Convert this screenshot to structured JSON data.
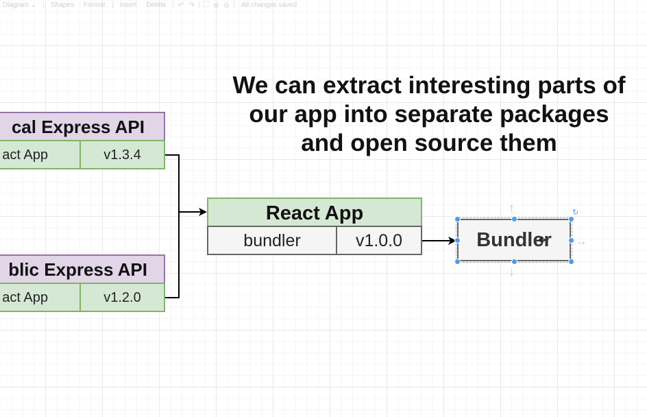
{
  "toolbar": {
    "items": [
      "Diagram",
      "Shapes",
      "Format",
      "Insert",
      "Delete"
    ],
    "status": "All changes saved"
  },
  "headline": {
    "lines": [
      "We can extract interesting parts of",
      "our app into separate packages",
      "and open source them"
    ]
  },
  "nodes": {
    "local_api": {
      "title": "cal Express API",
      "col1": "act App",
      "col2": "v1.3.4"
    },
    "public_api": {
      "title": "blic Express API",
      "col1": "act App",
      "col2": "v1.2.0"
    },
    "react_app": {
      "title": "React App",
      "col1": "bundler",
      "col2": "v1.0.0"
    },
    "bundler": {
      "label": "Bundler"
    }
  },
  "colors": {
    "purple_fill": "#e1d5e7",
    "purple_stroke": "#9673a6",
    "green_fill": "#d5e8d4",
    "green_stroke": "#82b366",
    "grey_fill": "#f5f5f5",
    "grey_stroke": "#666666",
    "selection": "#4e9bea"
  }
}
